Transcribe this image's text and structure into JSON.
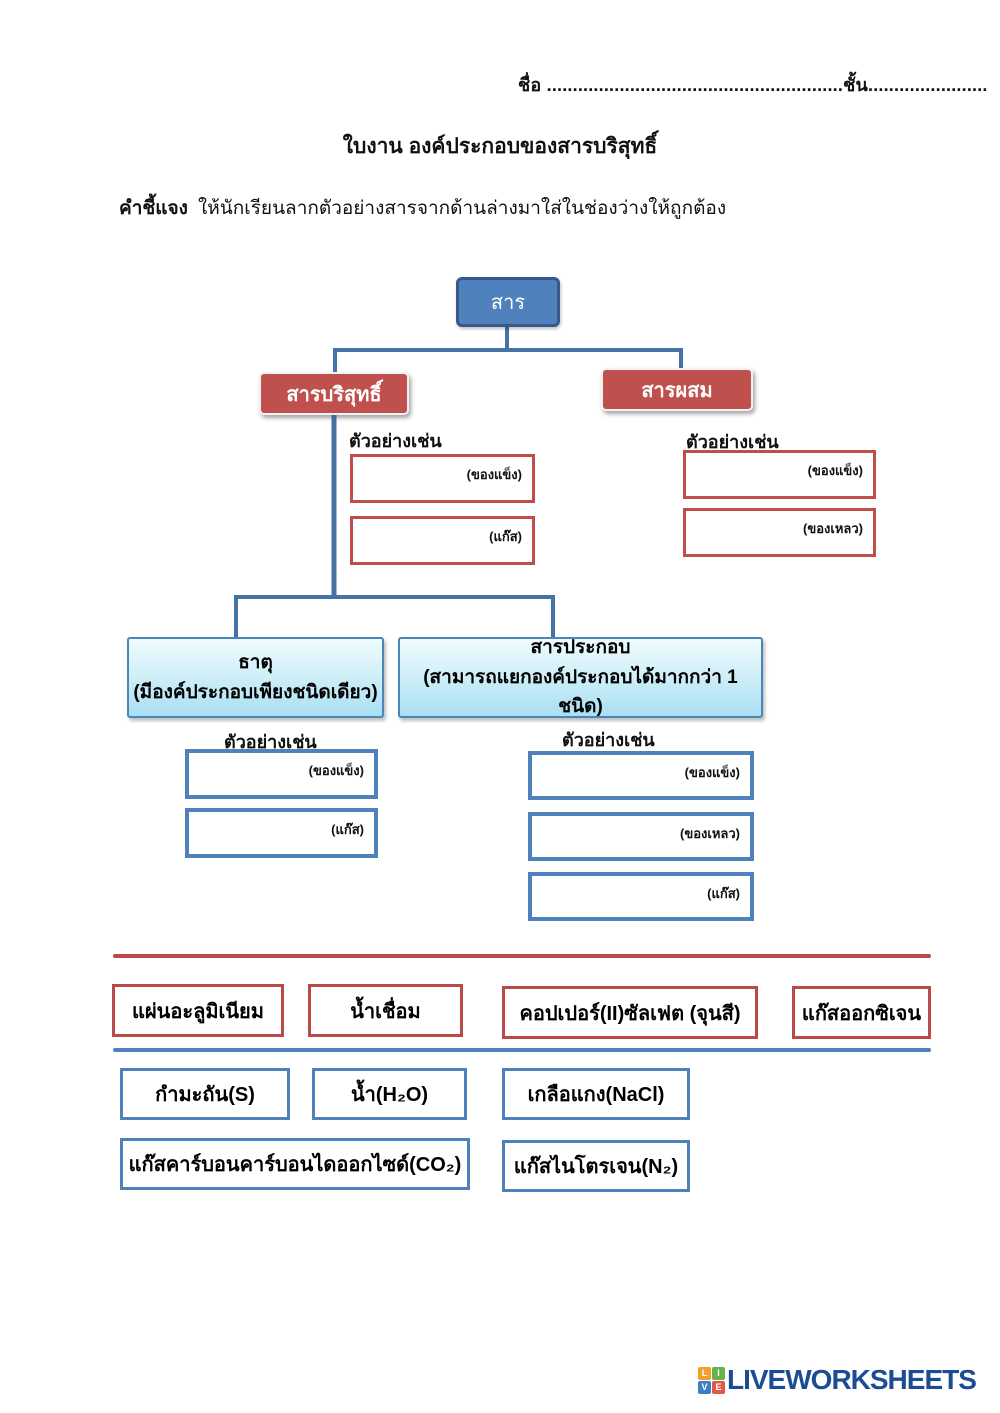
{
  "header": {
    "name_line": "ชื่อ .........................................................ชั้น......................."
  },
  "title": "ใบงาน องค์ประกอบของสารบริสุทธิ์",
  "instructions": {
    "label": "คำชี้แจง",
    "text": "ให้นักเรียนลากตัวอย่างสารจากด้านล่างมาใส่ในช่องว่างให้ถูกต้อง"
  },
  "diagram": {
    "root_label": "สาร",
    "pure_label": "สารบริสุทธิ์",
    "mixture_label": "สารผสม",
    "example_label": "ตัวอย่างเช่น",
    "pure_examples": [
      "(ของแข็ง)",
      "(แก๊ส)"
    ],
    "mixture_examples": [
      "(ของแข็ง)",
      "(ของเหลว)"
    ],
    "element": {
      "title": "ธาตุ",
      "subtitle": "(มีองค์ประกอบเพียงชนิดเดียว)"
    },
    "compound": {
      "title": "สารประกอบ",
      "subtitle": "(สามารถแยกองค์ประกอบได้มากกว่า 1 ชนิด)"
    },
    "element_examples": [
      "(ของแข็ง)",
      "(แก๊ส)"
    ],
    "compound_examples": [
      "(ของแข็ง)",
      "(ของเหลว)",
      "(แก๊ส)"
    ]
  },
  "word_bank": {
    "red_items": [
      "แผ่นอะลูมิเนียม",
      "น้ำเชื่อม",
      "คอปเปอร์(II)ซัลเฟต (จุนสี)",
      "แก๊สออกซิเจน"
    ],
    "blue_items_row1": [
      "กำมะถัน(S)",
      "น้ำ(H₂O)",
      "เกลือแกง(NaCl)"
    ],
    "blue_items_row2": [
      "แก๊สคาร์บอนคาร์บอนไดออกไซด์(CO₂)",
      "แก๊สไนโตรเจน(N₂)"
    ]
  },
  "footer": {
    "brand": "LIVEWORKSHEETS",
    "logo_letters": [
      "L",
      "I",
      "V",
      "E"
    ]
  },
  "colors": {
    "accent_blue": "#4f81bd",
    "accent_red": "#c0504d",
    "connector_blue": "#4673a3",
    "cyan_box_top": "#effbfe",
    "cyan_box_bottom": "#a9dff2",
    "brand_navy": "#1b4c94"
  }
}
